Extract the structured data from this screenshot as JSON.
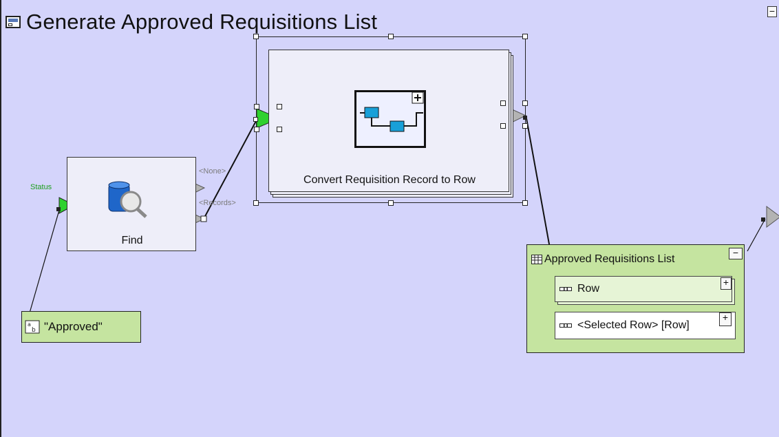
{
  "canvas": {
    "title": "Generate Approved Requisitions List",
    "collapse_symbol": "−"
  },
  "find_node": {
    "label": "Find",
    "input_port_label": "Status",
    "none_port_label": "<None>",
    "records_port_label": "<Records>"
  },
  "convert_node": {
    "label": "Convert Requisition Record to Row",
    "expand_symbol": "+"
  },
  "constant_node": {
    "label": "\"Approved\""
  },
  "list_node": {
    "title": "Approved Requisitions List",
    "collapse_symbol": "−",
    "row_label": "Row",
    "row_expand_symbol": "+",
    "selected_row_label": "<Selected Row> [Row]",
    "selected_expand_symbol": "+"
  },
  "colors": {
    "canvas_bg": "#d4d4fb",
    "node_bg": "#eeeef9",
    "green_port": "#2fd12f",
    "grey_port": "#b3b3b3",
    "list_bg": "#c5e4a0"
  }
}
